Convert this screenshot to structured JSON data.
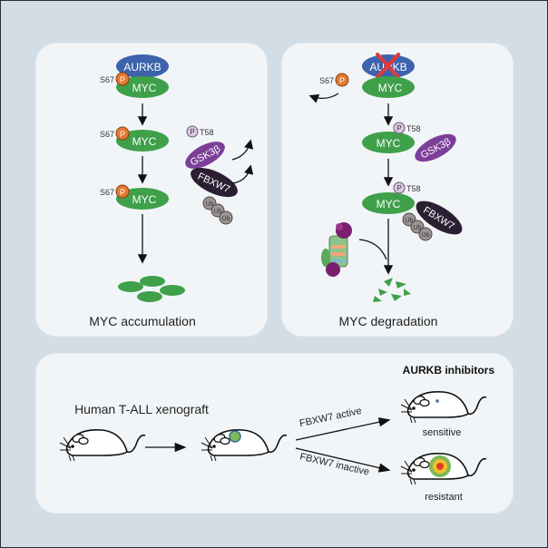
{
  "panels": {
    "left": {
      "caption": "MYC accumulation",
      "kinase": "AURKB",
      "substrate": "MYC",
      "phospho_site_s67": "S67",
      "phospho_site_t58": "T58",
      "p_label": "P",
      "gsk": "GSK3β",
      "ligase": "FBXW7",
      "ub": "Ub"
    },
    "right": {
      "caption": "MYC degradation",
      "kinase": "AURKB",
      "kinase_inhibited": true,
      "substrate": "MYC",
      "phospho_site_s67": "S67",
      "phospho_site_t58": "T58",
      "p_label": "P",
      "gsk": "GSK3β",
      "ligase": "FBXW7",
      "ub": "Ub"
    },
    "bottom": {
      "title": "Human T-ALL xenograft",
      "treatment": "AURKB inhibitors",
      "branch_active": "FBXW7 active",
      "branch_inactive": "FBXW7 inactive",
      "outcome_sensitive": "sensitive",
      "outcome_resistant": "resistant"
    }
  },
  "colors": {
    "background": "#d3dde6",
    "panel": "#f2f5f8",
    "aurkb": "#3d63ad",
    "myc": "#3fa04a",
    "phospho_s67": "#e07a33",
    "phospho_t58": "#b89bc2",
    "gsk": "#7c3f98",
    "fbxw7": "#2b1f33",
    "ub": "#9a9593",
    "inhibit_cross": "#e03a3a"
  }
}
